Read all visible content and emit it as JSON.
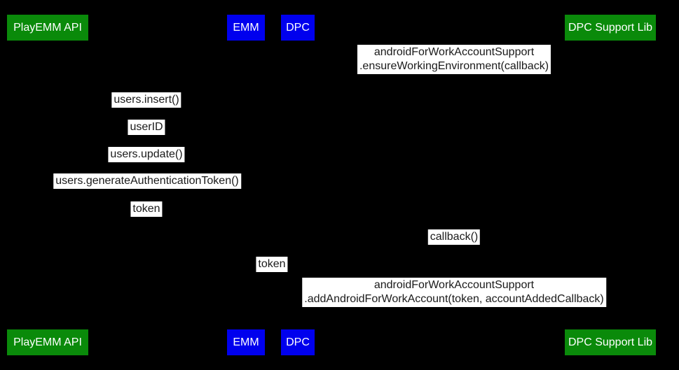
{
  "diagram": {
    "type": "sequence-diagram",
    "background_color": "#000000",
    "label_chip_color": "#ffffff",
    "label_text_color": "#1a1a1a",
    "actor_text_color": "#ffffff",
    "actor_green": "#0a8a0a",
    "actor_blue": "#0000ee",
    "actors": [
      {
        "label": "PlayEMM API",
        "color": "#0a8a0a"
      },
      {
        "label": "EMM",
        "color": "#0000ee"
      },
      {
        "label": "DPC",
        "color": "#0000ee"
      },
      {
        "label": "DPC Support Lib",
        "color": "#0a8a0a"
      }
    ],
    "messages": [
      {
        "lines": [
          "androidForWorkAccountSupport",
          ".ensureWorkingEnvironment(callback)"
        ]
      },
      {
        "lines": [
          "users.insert()"
        ]
      },
      {
        "lines": [
          "userID"
        ]
      },
      {
        "lines": [
          "users.update()"
        ]
      },
      {
        "lines": [
          "users.generateAuthenticationToken()"
        ]
      },
      {
        "lines": [
          "token"
        ]
      },
      {
        "lines": [
          "callback()"
        ]
      },
      {
        "lines": [
          "token"
        ]
      },
      {
        "lines": [
          "androidForWorkAccountSupport",
          ".addAndroidForWorkAccount(token, accountAddedCallback)"
        ]
      }
    ]
  }
}
